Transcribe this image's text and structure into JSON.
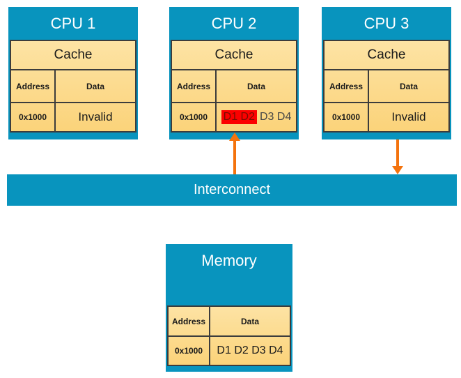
{
  "colors": {
    "box_blue": "#0894BE",
    "connector_orange": "#F4730D",
    "table_tan_top": "#FDE3A4",
    "table_tan_bottom": "#FBD37A",
    "table_border": "#3C3C3C",
    "highlight_bg": "#FB0000",
    "highlight_text": "#7A0C00",
    "secondary_text": "#474747",
    "text_dark": "#1A1A1A",
    "text_light": "#FFFFFF"
  },
  "cpus": [
    {
      "title": "CPU 1",
      "cache_label": "Cache",
      "address_header": "Address",
      "data_header": "Data",
      "row": {
        "address": "0x1000",
        "data": "Invalid"
      }
    },
    {
      "title": "CPU 2",
      "cache_label": "Cache",
      "address_header": "Address",
      "data_header": "Data",
      "row": {
        "address": "0x1000",
        "data_highlight": "D1 D2",
        "data_rest": "D3 D4"
      }
    },
    {
      "title": "CPU 3",
      "cache_label": "Cache",
      "address_header": "Address",
      "data_header": "Data",
      "row": {
        "address": "0x1000",
        "data": "Invalid"
      }
    }
  ],
  "interconnect": {
    "label": "Interconnect"
  },
  "memory": {
    "title": "Memory",
    "address_header": "Address",
    "data_header": "Data",
    "row": {
      "address": "0x1000",
      "data": "D1 D2 D3 D4"
    }
  }
}
